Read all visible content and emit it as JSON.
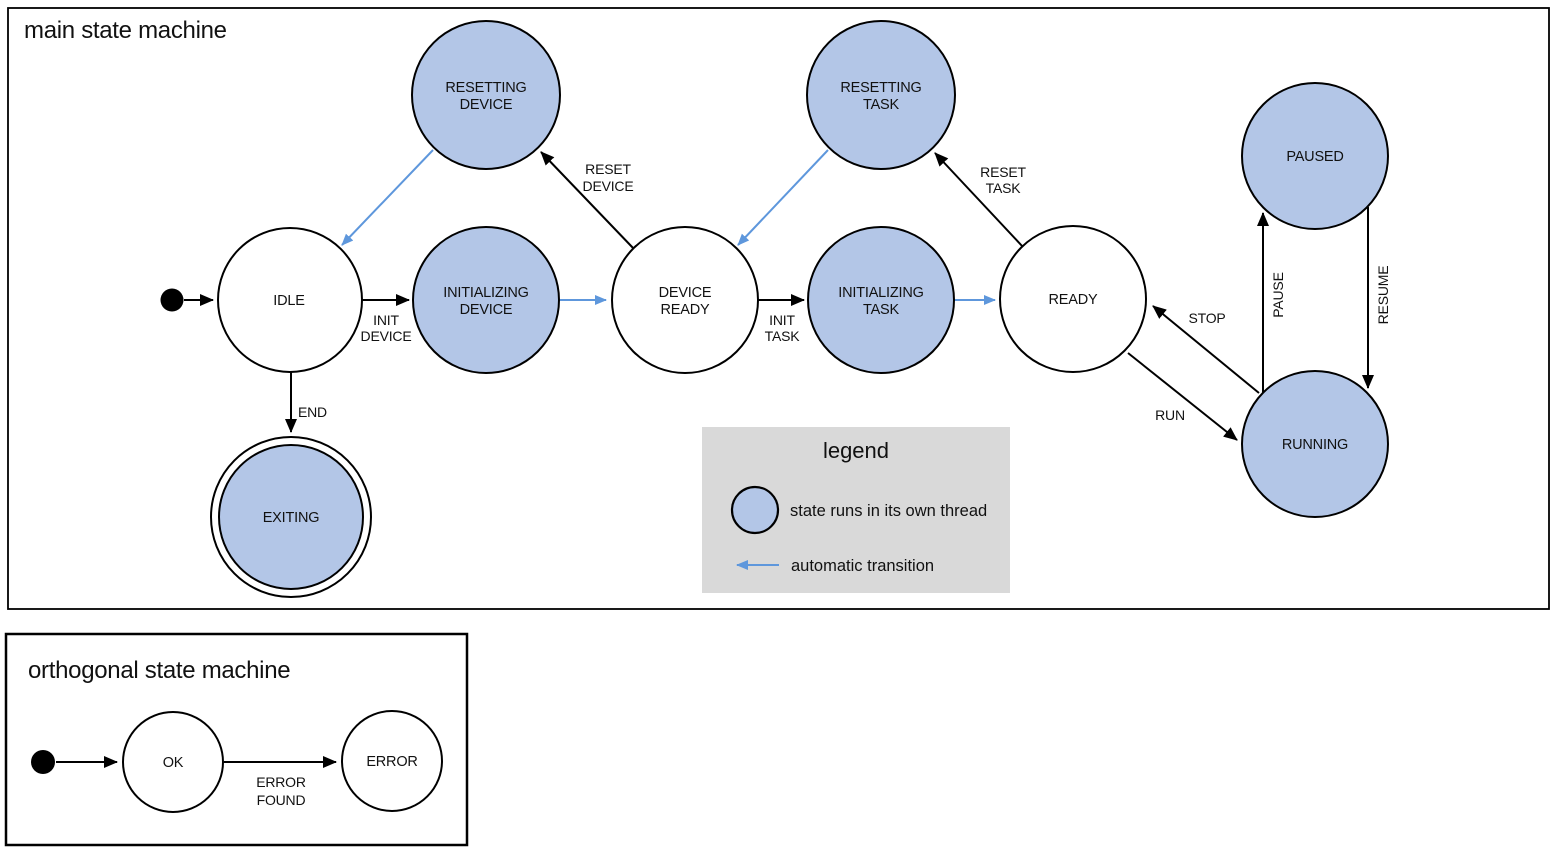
{
  "main": {
    "title": "main state machine",
    "states": {
      "idle": {
        "label": "IDLE"
      },
      "resetting_device": {
        "line1": "RESETTING",
        "line2": "DEVICE"
      },
      "initializing_device": {
        "line1": "INITIALIZING",
        "line2": "DEVICE"
      },
      "device_ready": {
        "line1": "DEVICE",
        "line2": "READY"
      },
      "resetting_task": {
        "line1": "RESETTING",
        "line2": "TASK"
      },
      "initializing_task": {
        "line1": "INITIALIZING",
        "line2": "TASK"
      },
      "ready": {
        "label": "READY"
      },
      "paused": {
        "label": "PAUSED"
      },
      "running": {
        "label": "RUNNING"
      },
      "exiting": {
        "label": "EXITING"
      }
    },
    "transitions": {
      "init_device": {
        "line1": "INIT",
        "line2": "DEVICE"
      },
      "reset_device": {
        "line1": "RESET",
        "line2": "DEVICE"
      },
      "init_task": {
        "line1": "INIT",
        "line2": "TASK"
      },
      "reset_task": {
        "line1": "RESET",
        "line2": "TASK"
      },
      "stop": "STOP",
      "run": "RUN",
      "pause": "PAUSE",
      "resume": "RESUME",
      "end": "END"
    }
  },
  "legend": {
    "title": "legend",
    "thread_label": "state runs in its own thread",
    "auto_label": "automatic transition"
  },
  "ortho": {
    "title": "orthogonal state machine",
    "states": {
      "ok": "OK",
      "error": "ERROR"
    },
    "transitions": {
      "error_found": {
        "line1": "ERROR",
        "line2": "FOUND"
      }
    }
  },
  "colors": {
    "thread_state_fill": "#b3c6e7",
    "auto_transition": "#5e97dc",
    "legend_bg": "#d9d9d9",
    "ink": "#000000"
  }
}
